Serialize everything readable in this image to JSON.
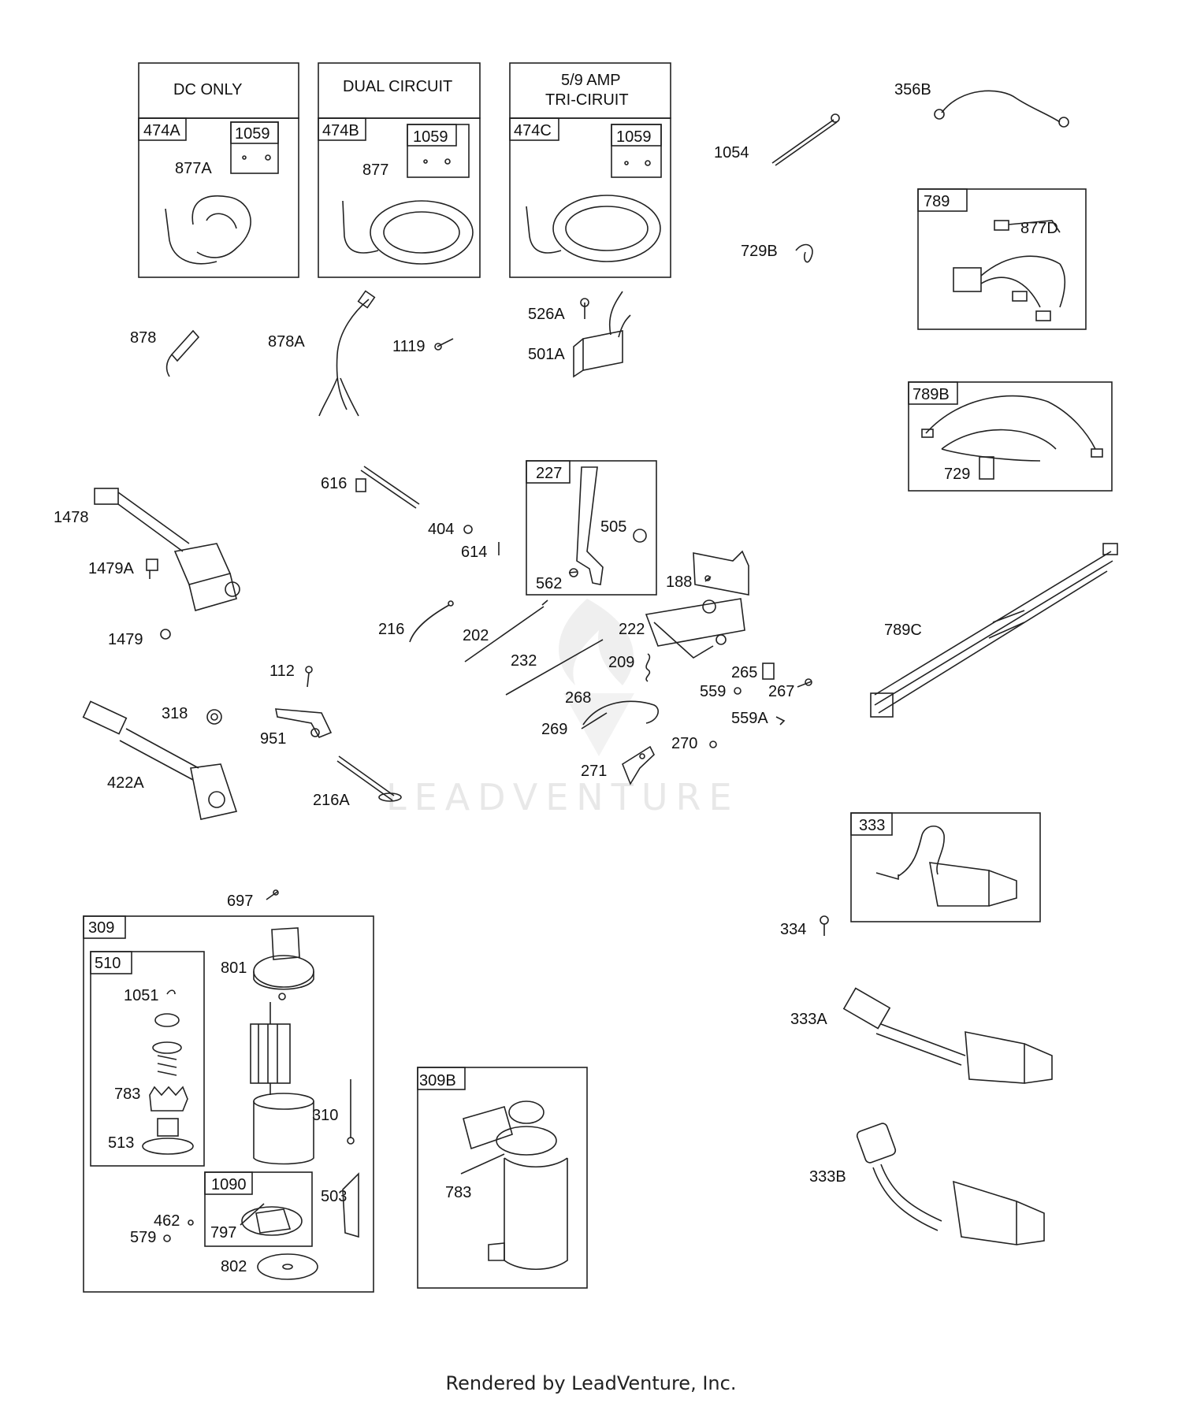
{
  "watermark": "LEADVENTURE",
  "footer": "Rendered by LeadVenture, Inc.",
  "headers": {
    "dc_only": "DC ONLY",
    "dual_circuit": "DUAL CIRCUIT",
    "amp_line1": "5/9    AMP",
    "amp_line2": "TRI-CIRUIT"
  },
  "boxes": {
    "b474A": "474A",
    "b474B": "474B",
    "b474C": "474C",
    "b1059a": "1059",
    "b1059b": "1059",
    "b1059c": "1059",
    "b789": "789",
    "b789B": "789B",
    "b227": "227",
    "b333": "333",
    "b309": "309",
    "b510": "510",
    "b1090": "1090",
    "b309B": "309B"
  },
  "labels": {
    "l877A": "877A",
    "l877": "877",
    "l356B": "356B",
    "l1054": "1054",
    "l877D": "877D",
    "l729B": "729B",
    "l878": "878",
    "l878A": "878A",
    "l1119": "1119",
    "l526A": "526A",
    "l501A": "501A",
    "l729": "729",
    "l616": "616",
    "l1478": "1478",
    "l404": "404",
    "l614": "614",
    "l505": "505",
    "l562": "562",
    "l1479A": "1479A",
    "l188": "188",
    "l789C": "789C",
    "l1479": "1479",
    "l216": "216",
    "l202": "202",
    "l222": "222",
    "l232": "232",
    "l209": "209",
    "l265": "265",
    "l112": "112",
    "l559": "559",
    "l267": "267",
    "l268": "268",
    "l318": "318",
    "l559A": "559A",
    "l951": "951",
    "l269": "269",
    "l270": "270",
    "l271": "271",
    "l422A": "422A",
    "l216A": "216A",
    "l697": "697",
    "l334": "334",
    "l801": "801",
    "l1051": "1051",
    "l333A": "333A",
    "l783a": "783",
    "l310": "310",
    "l513": "513",
    "l783b": "783",
    "l333B": "333B",
    "l503": "503",
    "l462": "462",
    "l579": "579",
    "l797": "797",
    "l802": "802"
  }
}
